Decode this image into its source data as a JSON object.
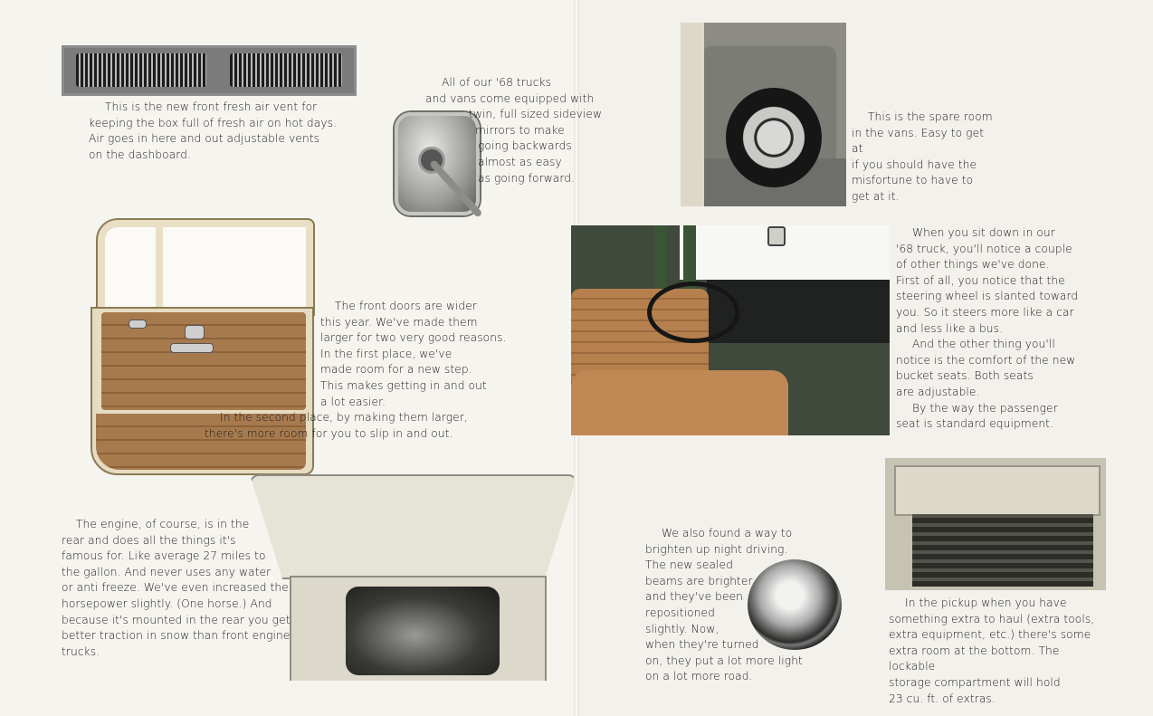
{
  "vent_caption": [
    "This is the new front fresh air vent for",
    "keeping the box full of fresh air on hot days.",
    "Air goes in here and out adjustable vents",
    "on the dashboard."
  ],
  "mirror_caption": [
    "All of our '68 trucks",
    "and vans come equipped with",
    "twin, full sized sideview",
    "mirrors to make",
    "going backwards",
    "almost as easy",
    "as going forward."
  ],
  "spare_caption": [
    "This is the spare room",
    "in the vans. Easy to get at",
    "if you should have the",
    "misfortune to have to",
    "get at it."
  ],
  "interior_caption": [
    "When you sit down in our",
    "'68 truck, you'll notice a couple",
    "of other things we've done.",
    "First of all, you notice that the",
    "steering wheel is slanted toward",
    "you. So it steers more like a car",
    "and less like a bus.",
    "And the other thing you'll",
    "notice is the comfort of the new",
    "bucket seats. Both seats",
    "are adjustable.",
    "By the way the passenger",
    "seat is standard equipment."
  ],
  "door_caption": [
    "The front doors are wider",
    "this year. We've made them",
    "larger for two very good reasons.",
    "In the first place, we've",
    "made room for a new step.",
    "This makes getting in and out",
    "a lot easier.",
    "In the second place, by making them larger,",
    "there's more room for you to slip in and out."
  ],
  "engine_caption": [
    "The engine, of course, is in the",
    "rear and does all the things it's",
    "famous for. Like average 27 miles to",
    "the gallon. And never uses any water",
    "or anti freeze. We've even increased the",
    "horsepower slightly. (One horse.) And",
    "because it's mounted in the rear you get",
    "better traction in snow than front engine",
    "trucks."
  ],
  "headlight_caption": [
    "We also found a way to",
    "brighten up night driving.",
    "The new sealed",
    "beams are brighter",
    "and they've been",
    "repositioned",
    "slightly. Now,",
    "when they're turned",
    "on, they put a lot more light",
    "on a lot more road."
  ],
  "pickup_caption": [
    "In the pickup when you have",
    "something extra to haul (extra tools,",
    "extra equipment, etc.) there's some",
    "extra room at the bottom. The lockable",
    "storage compartment will hold",
    "23 cu. ft. of extras."
  ]
}
